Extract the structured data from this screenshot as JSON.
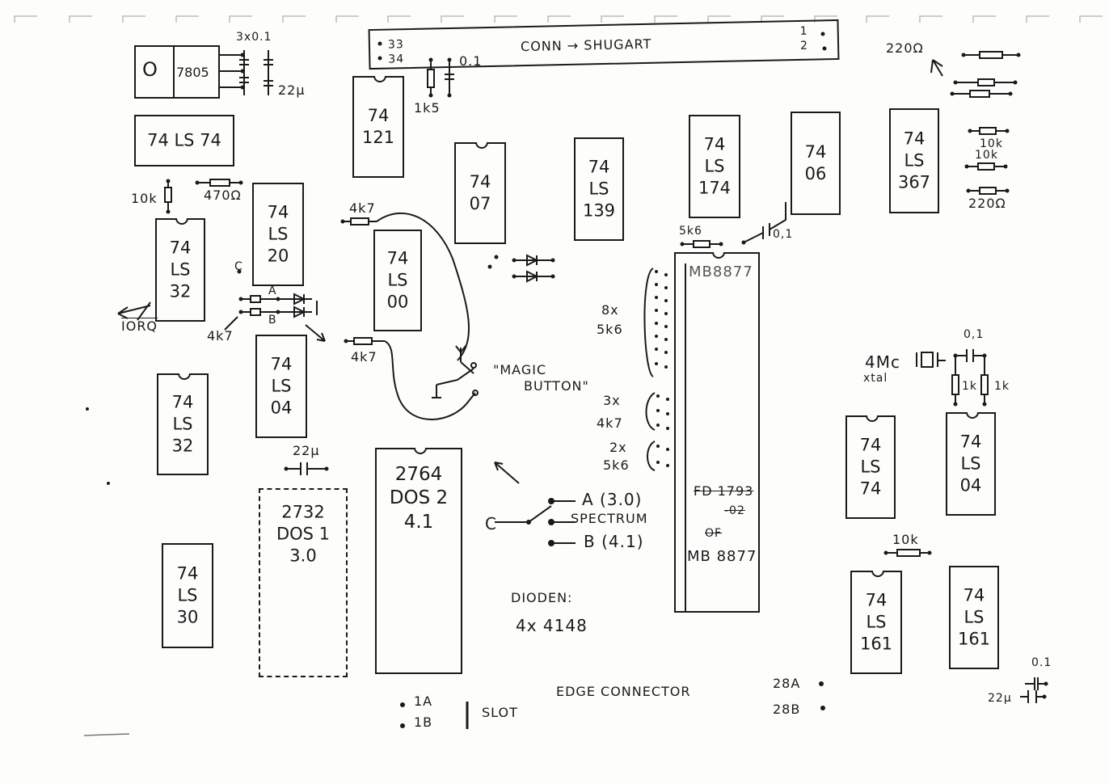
{
  "chips": [
    {
      "key": "74ls74",
      "lines": [
        "74 LS 74"
      ]
    },
    {
      "key": "74121",
      "lines": [
        "74",
        "121"
      ]
    },
    {
      "key": "7407",
      "lines": [
        "74",
        "07"
      ]
    },
    {
      "key": "74ls139",
      "lines": [
        "74",
        "LS",
        "139"
      ]
    },
    {
      "key": "74ls174",
      "lines": [
        "74",
        "LS",
        "174"
      ]
    },
    {
      "key": "7406",
      "lines": [
        "74",
        "06"
      ]
    },
    {
      "key": "74ls367",
      "lines": [
        "74",
        "LS",
        "367"
      ]
    },
    {
      "key": "74ls20",
      "lines": [
        "74",
        "LS",
        "20"
      ]
    },
    {
      "key": "74ls32a",
      "lines": [
        "74",
        "LS",
        "32"
      ]
    },
    {
      "key": "74ls00",
      "lines": [
        "74",
        "LS",
        "00"
      ]
    },
    {
      "key": "74ls04a",
      "lines": [
        "74",
        "LS",
        "04"
      ]
    },
    {
      "key": "74ls32b",
      "lines": [
        "74",
        "LS",
        "32"
      ]
    },
    {
      "key": "74ls30",
      "lines": [
        "74",
        "LS",
        "30"
      ]
    },
    {
      "key": "2732",
      "lines": [
        "2732",
        "DOS 1",
        "3.0"
      ]
    },
    {
      "key": "2764",
      "lines": [
        "2764",
        "DOS 2",
        "4.1"
      ]
    },
    {
      "key": "74ls74b",
      "lines": [
        "74",
        "LS",
        "74"
      ]
    },
    {
      "key": "74ls04b",
      "lines": [
        "74",
        "LS",
        "04"
      ]
    },
    {
      "key": "74ls161a",
      "lines": [
        "74",
        "LS",
        "161"
      ]
    },
    {
      "key": "74ls161b",
      "lines": [
        "74",
        "LS",
        "161"
      ]
    }
  ],
  "fdc": {
    "top_label": "MB8877",
    "old_label": "FD 1793",
    "old_suffix": "-02",
    "old_mark": "OF",
    "new_label": "MB 8877"
  },
  "regulator": {
    "circle": "O",
    "label": "7805"
  },
  "shugart": {
    "pin_33": "33",
    "pin_34": "34",
    "title": "CONN → SHUGART",
    "pin_1": "1",
    "pin_2": "2"
  },
  "labels": {
    "c_3x01": "3x0.1",
    "c_22u": "22μ",
    "c_01_top": "0.1",
    "r_1k5": "1k5",
    "r_220_top": "220Ω",
    "r_10k_a": "10k",
    "r_10k_b": "10k",
    "r_220_b": "220Ω",
    "r_10k_left": "10k",
    "r_470": "470Ω",
    "r_4k7_top": "4k7",
    "r_4k7_left": "4k7",
    "r_4k7_mid": "4k7",
    "c_label": "C",
    "pin_a": "A",
    "pin_b": "B",
    "iorq": "IORQ",
    "magic": "\"MAGIC",
    "button": "BUTTON\"",
    "r_5k6_top": "5k6",
    "c_01_fdc": "0,1",
    "res8x": "8x",
    "res8x_val": "5k6",
    "res3x": "3x",
    "res3x_val": "4k7",
    "res2x": "2x",
    "res2x_val": "5k6",
    "xtal": "4Mc",
    "xtal_sub": "xtal",
    "c_01_xtal": "0,1",
    "r_1k_a": "1k",
    "r_1k_b": "1k",
    "r_10k_bottom": "10k",
    "sw_c": "C",
    "sw_a": "A (3.0)",
    "sw_spectrum": "SPECTRUM",
    "sw_b": "B (4.1)",
    "c_22u_mid": "22μ",
    "dioden": "DIODEN:",
    "dioden_val": "4x 4148",
    "edge_1a": "1A",
    "edge_1b": "1B",
    "slot": "SLOT",
    "edge_title": "EDGE CONNECTOR",
    "edge_28a": "28A",
    "edge_28b": "28B",
    "c_01_br": "0.1",
    "c_22u_br": "22μ"
  }
}
